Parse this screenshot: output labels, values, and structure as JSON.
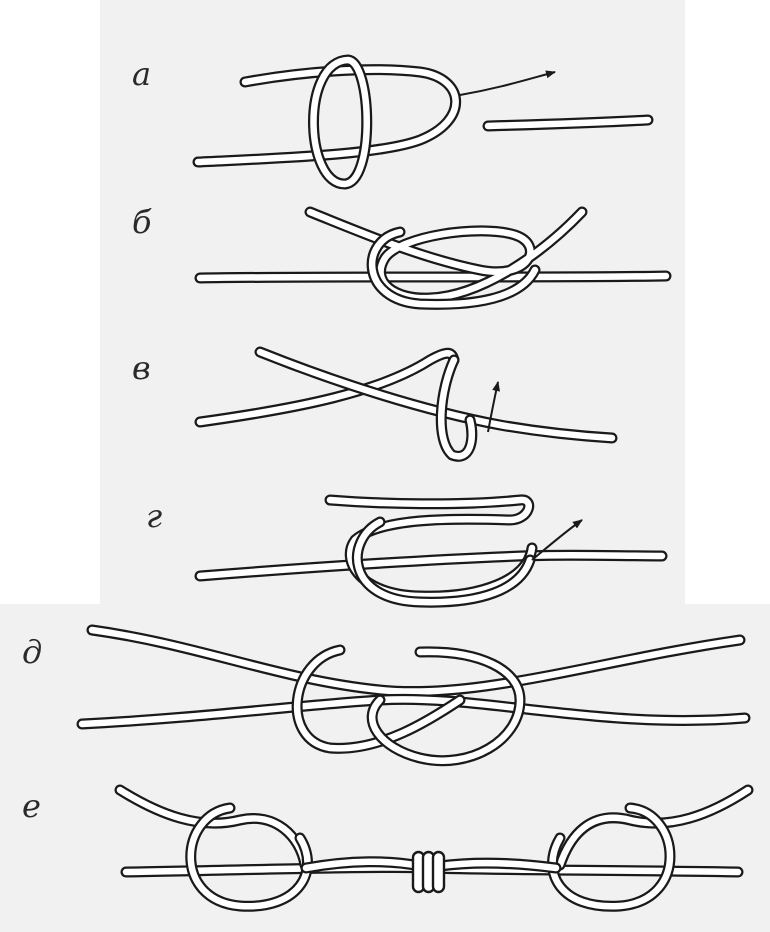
{
  "steps": [
    {
      "label": "а"
    },
    {
      "label": "б"
    },
    {
      "label": "в"
    },
    {
      "label": "г"
    },
    {
      "label": "д"
    },
    {
      "label": "е"
    }
  ],
  "colors": {
    "background_top": "#f1f1f1",
    "background_bottom": "#f1f1f1",
    "rope_outline": "#1a1a1a",
    "rope_fill": "#ffffff",
    "label": "#2a2a2a"
  }
}
